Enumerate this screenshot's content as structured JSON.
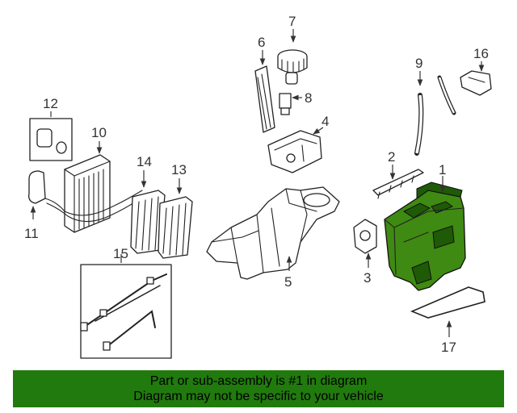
{
  "callouts": {
    "c1": "1",
    "c2": "2",
    "c3": "3",
    "c4": "4",
    "c5": "5",
    "c6": "6",
    "c7": "7",
    "c8": "8",
    "c9": "9",
    "c10": "10",
    "c11": "11",
    "c12": "12",
    "c13": "13",
    "c14": "14",
    "c15": "15",
    "c16": "16",
    "c17": "17"
  },
  "banner": {
    "line1": "Part or sub-assembly is #1 in diagram",
    "line2": "Diagram may not be specific to your vehicle"
  },
  "colors": {
    "highlight": "#3f8a12",
    "banner": "#217a0d"
  }
}
